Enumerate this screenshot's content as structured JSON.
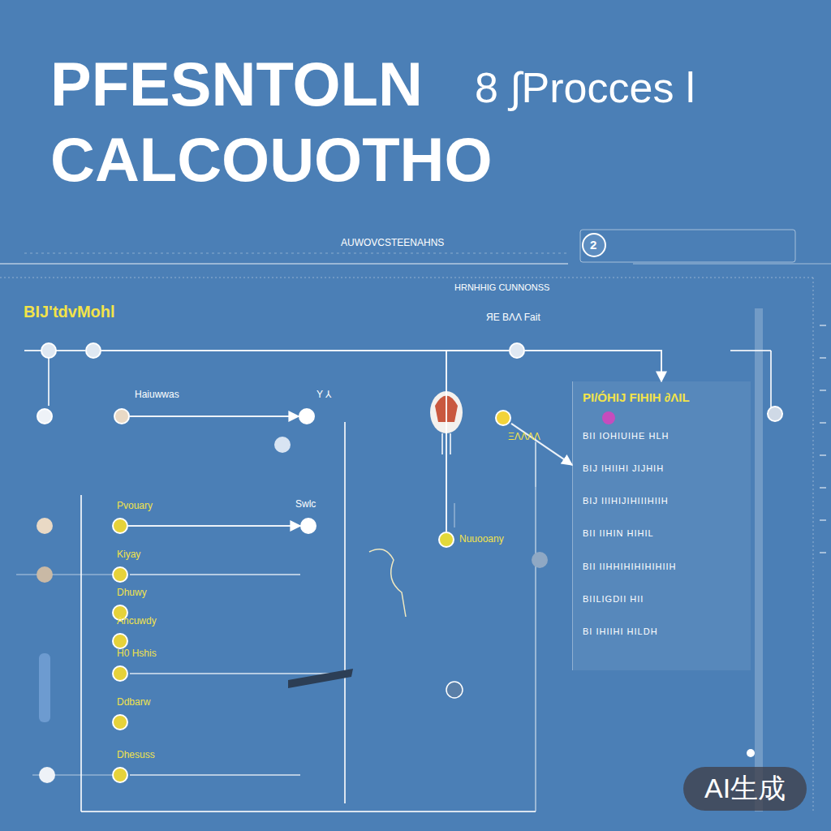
{
  "diagram": {
    "title": "PFESNTOLN CALCOUOTHO",
    "nodes": [
      {
        "text": [
          "BIJ'tdvMohl"
        ]
      },
      {
        "text": [
          "Haiuwwas"
        ]
      },
      {
        "text": [
          "Y ⅄"
        ]
      },
      {
        "text": [
          "ЯE BΛΛ Fait"
        ]
      },
      {
        "text": [
          "ΞΛΛΛΛ"
        ]
      },
      {
        "text": [
          "Nuuooany"
        ]
      },
      {
        "text": [
          "PI/ÓHIJ FIHIH ∂ΛIL",
          "BII IOHIUIHE HLH",
          "BIJ IHIIHI JIJHIH",
          "BIJ IIIHIJIHIIIHIIH",
          "BII IIHIN HIHIL",
          "BII IIHHIHIHIHIHIIH",
          "BIILIGDII HII",
          "BI IHIIHI HILDH"
        ]
      },
      {
        "text": [
          "Pvouary"
        ]
      },
      {
        "text": [
          "Kiyay"
        ]
      },
      {
        "text": [
          "Dhuwy"
        ]
      },
      {
        "text": [
          "Ahcuwdy"
        ]
      },
      {
        "text": [
          "H0 Hshis"
        ]
      },
      {
        "text": [
          "Ddbarw"
        ]
      },
      {
        "text": [
          "Dhesuss"
        ]
      },
      {
        "text": [
          "Swlc"
        ]
      }
    ],
    "edges": [
      {
        "from": 0,
        "to": 3,
        "arrow": "none"
      },
      {
        "from": 1,
        "to": 2,
        "arrow": "to"
      },
      {
        "from": 3,
        "to": 6,
        "arrow": "to"
      },
      {
        "from": 3,
        "to": 5,
        "arrow": "none"
      },
      {
        "from": 4,
        "to": 6,
        "arrow": "to"
      },
      {
        "from": 7,
        "to": 14,
        "arrow": "to"
      }
    ],
    "labels": [
      "8 ∫Procces l",
      "AUWOVCSTEENAHNS",
      "2",
      "HRNHHIG CUNNONSS",
      "AI生成"
    ]
  }
}
